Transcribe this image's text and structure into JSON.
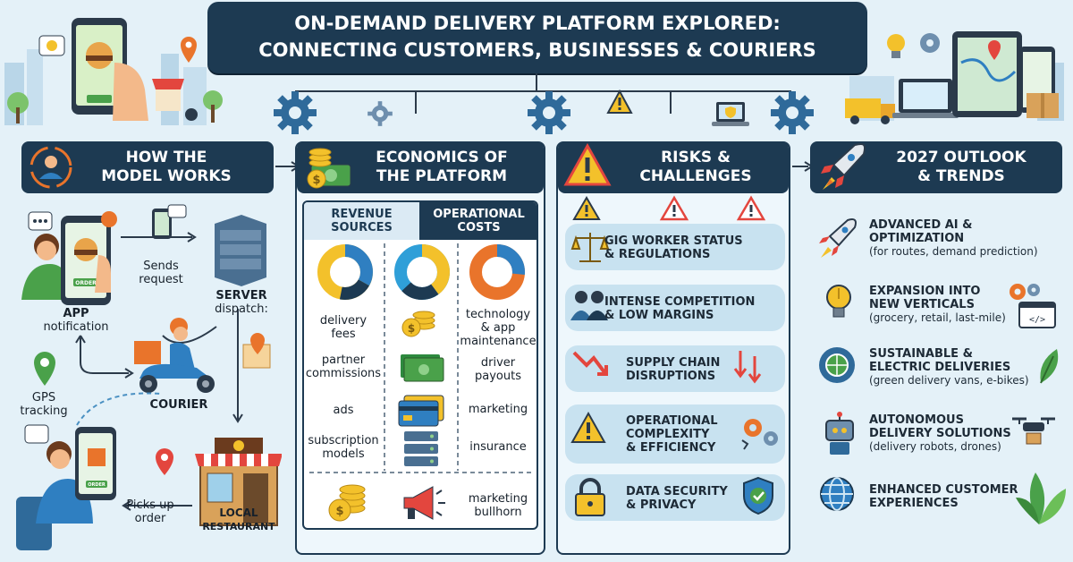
{
  "title": {
    "line1": "ON-DEMAND DELIVERY PLATFORM EXPLORED:",
    "line2": "CONNECTING CUSTOMERS, BUSINESSES & COURIERS"
  },
  "colors": {
    "navy": "#1d3a52",
    "light_bg": "#e4f1f8",
    "pill": "#c8e2f0",
    "accent_orange": "#e9742b",
    "accent_yellow": "#f3c12b",
    "accent_green": "#4aa14a",
    "accent_blue": "#2f7fc1"
  },
  "sections": {
    "model": {
      "header": [
        "HOW THE",
        "MODEL WORKS"
      ],
      "app_notification": [
        "APP",
        "notification"
      ],
      "order_tag": "ORDER",
      "sends_request": [
        "Sends",
        "request"
      ],
      "server_dispatch": [
        "SERVER",
        "dispatch:"
      ],
      "courier": "COURIER",
      "gps_tracking": [
        "GPS",
        "tracking"
      ],
      "picks_up_order": [
        "Picks up",
        "order"
      ],
      "local_restaurant": [
        "LOCAL",
        "RESTAURANT"
      ]
    },
    "economics": {
      "header": [
        "ECONOMICS OF",
        "THE PLATFORM"
      ],
      "col_revenue": [
        "REVENUE",
        "SOURCES"
      ],
      "col_costs": [
        "OPERATIONAL",
        "COSTS"
      ],
      "revenue": [
        [
          "delivery",
          "fees"
        ],
        [
          "partner",
          "commissions"
        ],
        [
          "ads"
        ],
        [
          "subscription",
          "models"
        ]
      ],
      "costs": [
        [
          "technology",
          "& app",
          "maintenance"
        ],
        [
          "driver",
          "payouts"
        ],
        [
          "marketing"
        ],
        [
          "insurance"
        ],
        [
          "marketing",
          "bullhorn"
        ]
      ]
    },
    "risks": {
      "header": [
        "RISKS &",
        "CHALLENGES"
      ],
      "items": [
        [
          "GIG WORKER STATUS",
          "& REGULATIONS"
        ],
        [
          "INTENSE COMPETITION",
          "& LOW MARGINS"
        ],
        [
          "SUPPLY CHAIN",
          "DISRUPTIONS"
        ],
        [
          "OPERATIONAL",
          "COMPLEXITY",
          "& EFFICIENCY"
        ],
        [
          "DATA SECURITY",
          "& PRIVACY"
        ]
      ]
    },
    "outlook": {
      "header": [
        "2027 OUTLOOK",
        "& TRENDS"
      ],
      "items": [
        {
          "title": [
            "ADVANCED AI &",
            "OPTIMIZATION"
          ],
          "sub": "(for routes, demand prediction)"
        },
        {
          "title": [
            "EXPANSION INTO",
            "NEW VERTICALS"
          ],
          "sub": "(grocery, retail, last-mile)"
        },
        {
          "title": [
            "SUSTAINABLE &",
            "ELECTRIC DELIVERIES"
          ],
          "sub": "(green delivery vans, e-bikes)"
        },
        {
          "title": [
            "AUTONOMOUS",
            "DELIVERY SOLUTIONS"
          ],
          "sub": "(delivery robots, drones)"
        },
        {
          "title": [
            "ENHANCED CUSTOMER",
            "EXPERIENCES"
          ],
          "sub": ""
        }
      ]
    }
  }
}
